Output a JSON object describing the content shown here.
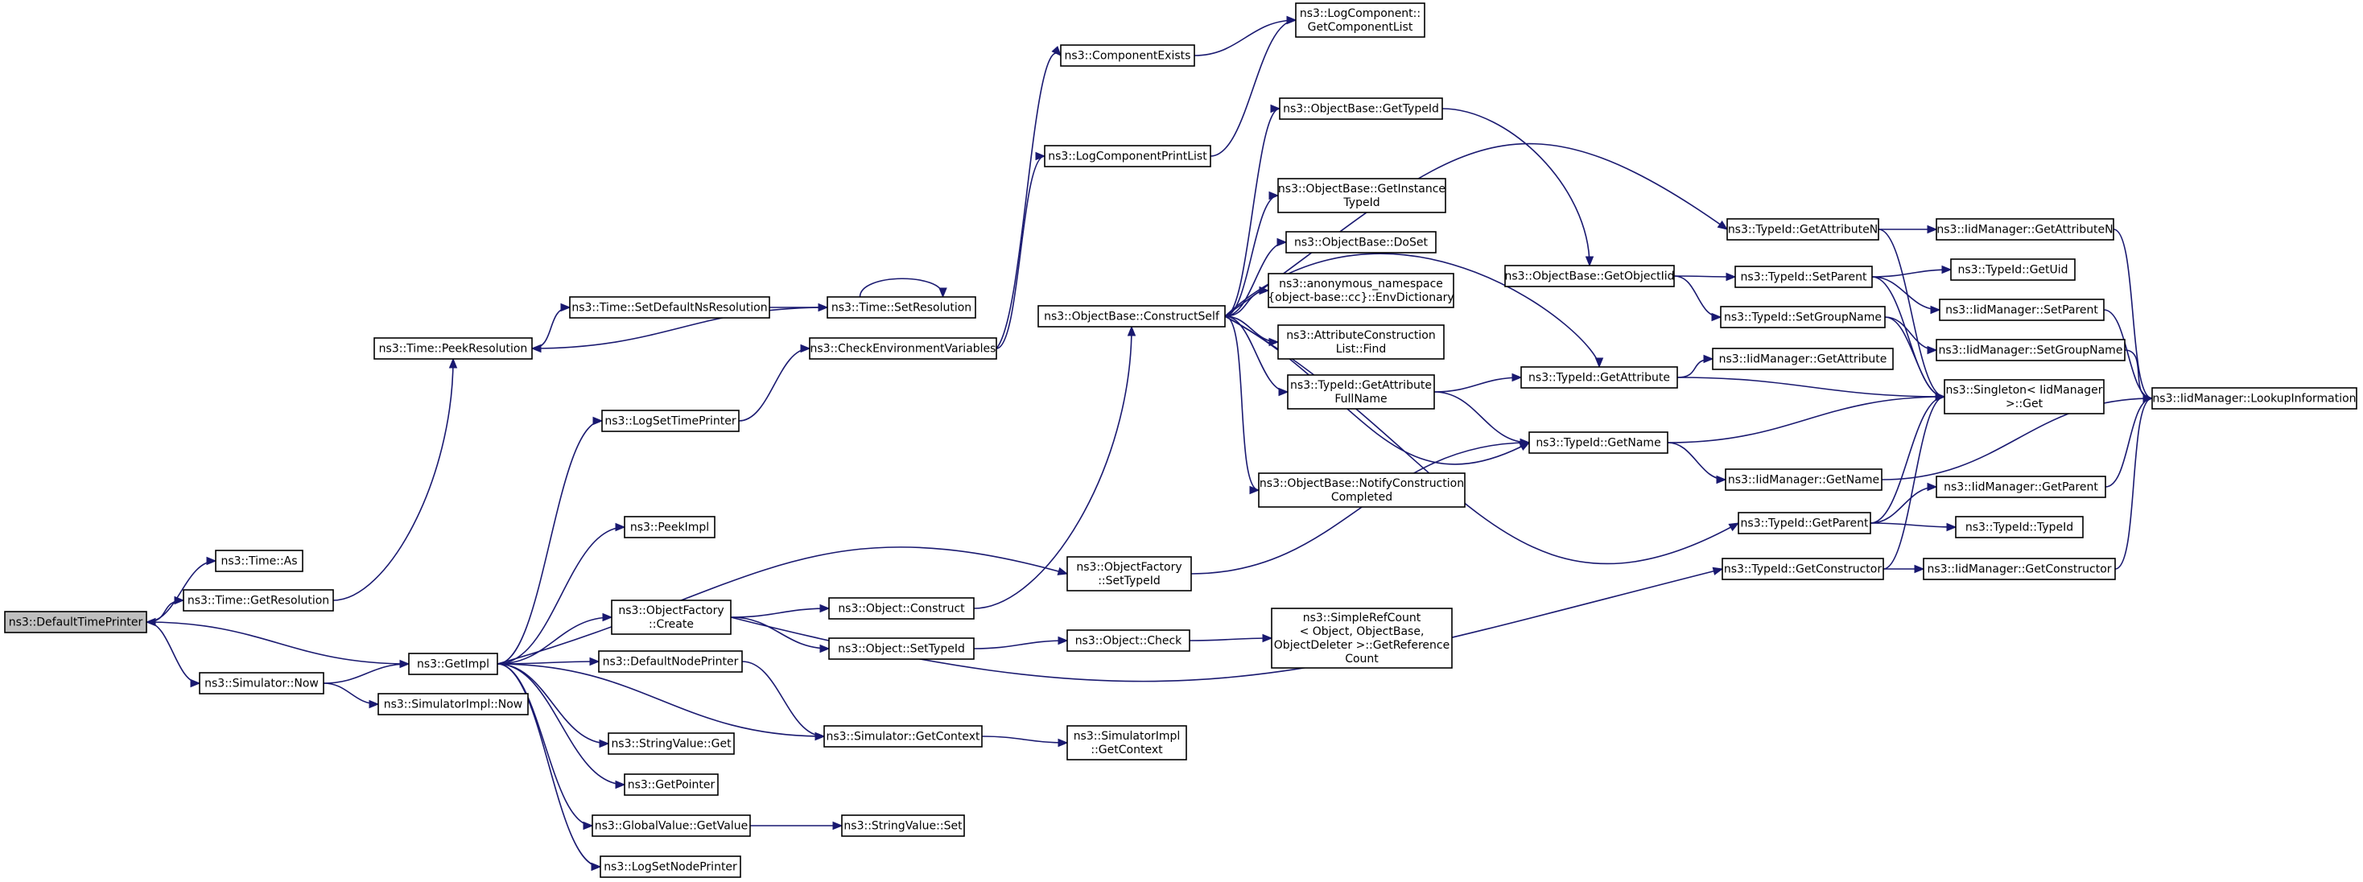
{
  "graph": {
    "title": "",
    "edge_color": "#191970",
    "root_fill": "#bfbfbf",
    "node_fill": "#ffffff",
    "nodes": [
      {
        "id": "default_time_printer",
        "lines": [
          "ns3::DefaultTimePrinter"
        ],
        "root": true
      },
      {
        "id": "time_as",
        "lines": [
          "ns3::Time::As"
        ]
      },
      {
        "id": "time_get_resolution",
        "lines": [
          "ns3::Time::GetResolution"
        ]
      },
      {
        "id": "time_peek_resolution",
        "lines": [
          "ns3::Time::PeekResolution"
        ]
      },
      {
        "id": "time_set_default_ns_resolution",
        "lines": [
          "ns3::Time::SetDefaultNsResolution"
        ]
      },
      {
        "id": "time_set_resolution",
        "lines": [
          "ns3::Time::SetResolution"
        ]
      },
      {
        "id": "simulator_now",
        "lines": [
          "ns3::Simulator::Now"
        ]
      },
      {
        "id": "get_impl",
        "lines": [
          "ns3::GetImpl"
        ]
      },
      {
        "id": "simulator_impl_now",
        "lines": [
          "ns3::SimulatorImpl::Now"
        ]
      },
      {
        "id": "log_set_time_printer",
        "lines": [
          "ns3::LogSetTimePrinter"
        ]
      },
      {
        "id": "check_environment_variables",
        "lines": [
          "ns3::CheckEnvironmentVariables"
        ]
      },
      {
        "id": "component_exists",
        "lines": [
          "ns3::ComponentExists"
        ]
      },
      {
        "id": "log_component_print_list",
        "lines": [
          "ns3::LogComponentPrintList"
        ]
      },
      {
        "id": "get_component_list",
        "lines": [
          "ns3::LogComponent::",
          "GetComponentList"
        ]
      },
      {
        "id": "peek_impl",
        "lines": [
          "ns3::PeekImpl"
        ]
      },
      {
        "id": "object_factory_create",
        "lines": [
          "ns3::ObjectFactory",
          "::Create"
        ]
      },
      {
        "id": "default_node_printer",
        "lines": [
          "ns3::DefaultNodePrinter"
        ]
      },
      {
        "id": "string_value_get",
        "lines": [
          "ns3::StringValue::Get"
        ]
      },
      {
        "id": "get_pointer",
        "lines": [
          "ns3::GetPointer"
        ]
      },
      {
        "id": "global_value_get_value",
        "lines": [
          "ns3::GlobalValue::GetValue"
        ]
      },
      {
        "id": "log_set_node_printer",
        "lines": [
          "ns3::LogSetNodePrinter"
        ]
      },
      {
        "id": "object_construct",
        "lines": [
          "ns3::Object::Construct"
        ]
      },
      {
        "id": "object_set_type_id",
        "lines": [
          "ns3::Object::SetTypeId"
        ]
      },
      {
        "id": "simulator_get_context",
        "lines": [
          "ns3::Simulator::GetContext"
        ]
      },
      {
        "id": "string_value_set",
        "lines": [
          "ns3::StringValue::Set"
        ]
      },
      {
        "id": "object_factory_set_type_id",
        "lines": [
          "ns3::ObjectFactory",
          "::SetTypeId"
        ]
      },
      {
        "id": "object_check",
        "lines": [
          "ns3::Object::Check"
        ]
      },
      {
        "id": "simulator_impl_get_context",
        "lines": [
          "ns3::SimulatorImpl",
          "::GetContext"
        ]
      },
      {
        "id": "object_base_construct_self",
        "lines": [
          "ns3::ObjectBase::ConstructSelf"
        ]
      },
      {
        "id": "simple_ref_count_get_reference_count",
        "lines": [
          "ns3::SimpleRefCount",
          "< Object, ObjectBase,",
          " ObjectDeleter >::GetReference",
          "Count"
        ]
      },
      {
        "id": "object_base_get_type_id",
        "lines": [
          "ns3::ObjectBase::GetTypeId"
        ]
      },
      {
        "id": "object_base_get_instance_type_id",
        "lines": [
          "ns3::ObjectBase::GetInstance",
          "TypeId"
        ]
      },
      {
        "id": "object_base_do_set",
        "lines": [
          "ns3::ObjectBase::DoSet"
        ]
      },
      {
        "id": "env_dictionary",
        "lines": [
          "ns3::anonymous_namespace",
          "{object-base::cc}::EnvDictionary"
        ]
      },
      {
        "id": "attribute_construction_list_find",
        "lines": [
          "ns3::AttributeConstruction",
          "List::Find"
        ]
      },
      {
        "id": "type_id_get_attribute_full_name",
        "lines": [
          "ns3::TypeId::GetAttribute",
          "FullName"
        ]
      },
      {
        "id": "notify_construction_completed",
        "lines": [
          "ns3::ObjectBase::NotifyConstruction",
          "Completed"
        ]
      },
      {
        "id": "object_base_get_object_iid",
        "lines": [
          "ns3::ObjectBase::GetObjectIid"
        ]
      },
      {
        "id": "type_id_get_attribute",
        "lines": [
          "ns3::TypeId::GetAttribute"
        ]
      },
      {
        "id": "type_id_get_name",
        "lines": [
          "ns3::TypeId::GetName"
        ]
      },
      {
        "id": "type_id_get_attribute_n",
        "lines": [
          "ns3::TypeId::GetAttributeN"
        ]
      },
      {
        "id": "type_id_set_parent",
        "lines": [
          "ns3::TypeId::SetParent"
        ]
      },
      {
        "id": "type_id_set_group_name",
        "lines": [
          "ns3::TypeId::SetGroupName"
        ]
      },
      {
        "id": "iid_manager_get_attribute",
        "lines": [
          "ns3::IidManager::GetAttribute"
        ]
      },
      {
        "id": "iid_manager_get_name",
        "lines": [
          "ns3::IidManager::GetName"
        ]
      },
      {
        "id": "type_id_get_parent",
        "lines": [
          "ns3::TypeId::GetParent"
        ]
      },
      {
        "id": "type_id_get_constructor",
        "lines": [
          "ns3::TypeId::GetConstructor"
        ]
      },
      {
        "id": "iid_manager_get_attribute_n",
        "lines": [
          "ns3::IidManager::GetAttributeN"
        ]
      },
      {
        "id": "type_id_get_uid",
        "lines": [
          "ns3::TypeId::GetUid"
        ]
      },
      {
        "id": "iid_manager_set_parent",
        "lines": [
          "ns3::IidManager::SetParent"
        ]
      },
      {
        "id": "iid_manager_set_group_name",
        "lines": [
          "ns3::IidManager::SetGroupName"
        ]
      },
      {
        "id": "singleton_iid_manager_get",
        "lines": [
          "ns3::Singleton< IidManager",
          " >::Get"
        ]
      },
      {
        "id": "iid_manager_get_parent",
        "lines": [
          "ns3::IidManager::GetParent"
        ]
      },
      {
        "id": "type_id_type_id",
        "lines": [
          "ns3::TypeId::TypeId"
        ]
      },
      {
        "id": "iid_manager_get_constructor",
        "lines": [
          "ns3::IidManager::GetConstructor"
        ]
      },
      {
        "id": "iid_manager_lookup_information",
        "lines": [
          "ns3::IidManager::LookupInformation"
        ]
      }
    ]
  }
}
